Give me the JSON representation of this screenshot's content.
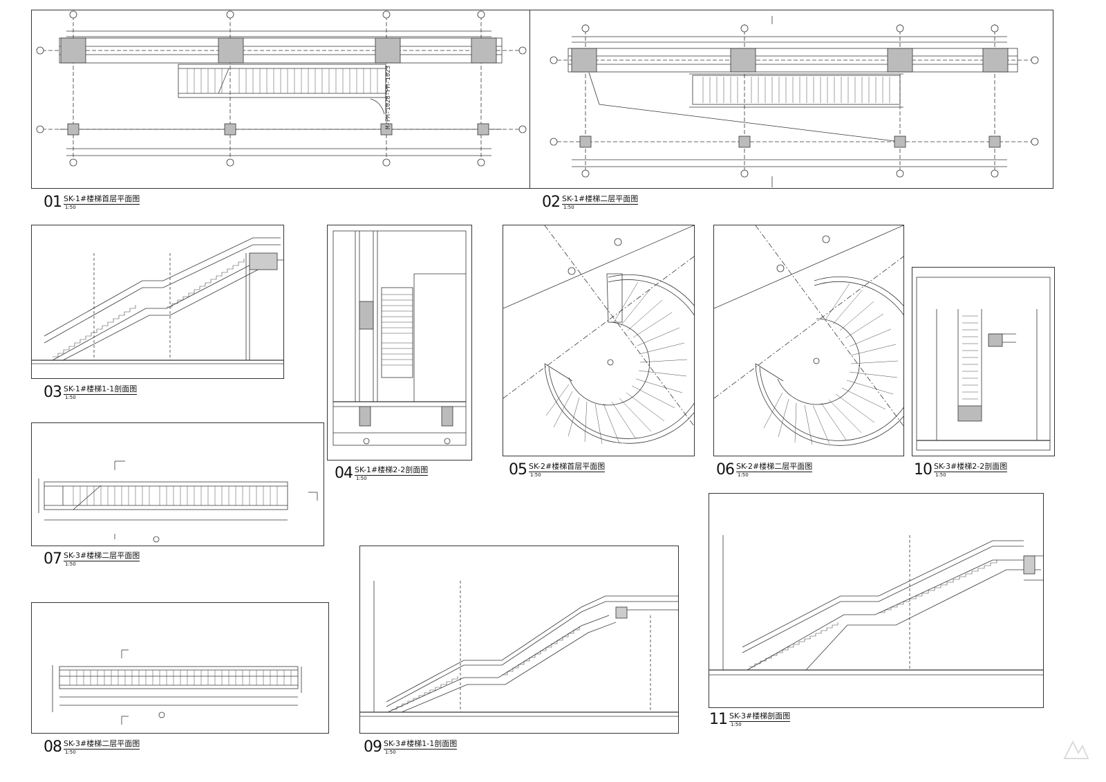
{
  "drawings": [
    {
      "id": "01",
      "num": "01",
      "name": "SK-1#楼梯首层平面图",
      "scale": "1:50"
    },
    {
      "id": "02",
      "num": "02",
      "name": "SK-1#楼梯二层平面图",
      "scale": "1:50"
    },
    {
      "id": "03",
      "num": "03",
      "name": "SK-1#楼梯1-1剖面图",
      "scale": "1:50"
    },
    {
      "id": "04",
      "num": "04",
      "name": "SK-1#楼梯2-2剖面图",
      "scale": "1:50"
    },
    {
      "id": "05",
      "num": "05",
      "name": "SK-2#楼梯首层平面图",
      "scale": "1:50"
    },
    {
      "id": "06",
      "num": "06",
      "name": "SK-2#楼梯二层平面图",
      "scale": "1:50"
    },
    {
      "id": "07",
      "num": "07",
      "name": "SK-3#楼梯二层平面图",
      "scale": "1:50"
    },
    {
      "id": "08",
      "num": "08",
      "name": "SK-3#楼梯二层平面图",
      "scale": "1:50"
    },
    {
      "id": "09",
      "num": "09",
      "name": "SK-3#楼梯1-1剖面图",
      "scale": "1:50"
    },
    {
      "id": "10",
      "num": "10",
      "name": "SK-3#楼梯2-2剖面图",
      "scale": "1:50"
    },
    {
      "id": "11",
      "num": "11",
      "name": "SK-3#楼梯剖面图",
      "scale": "1:50"
    }
  ],
  "door_tags": {
    "vertical_text": "M-PM-1028-PM-1023"
  },
  "colors": {
    "line": "#333333",
    "hatch": "#666666",
    "background": "#ffffff"
  }
}
